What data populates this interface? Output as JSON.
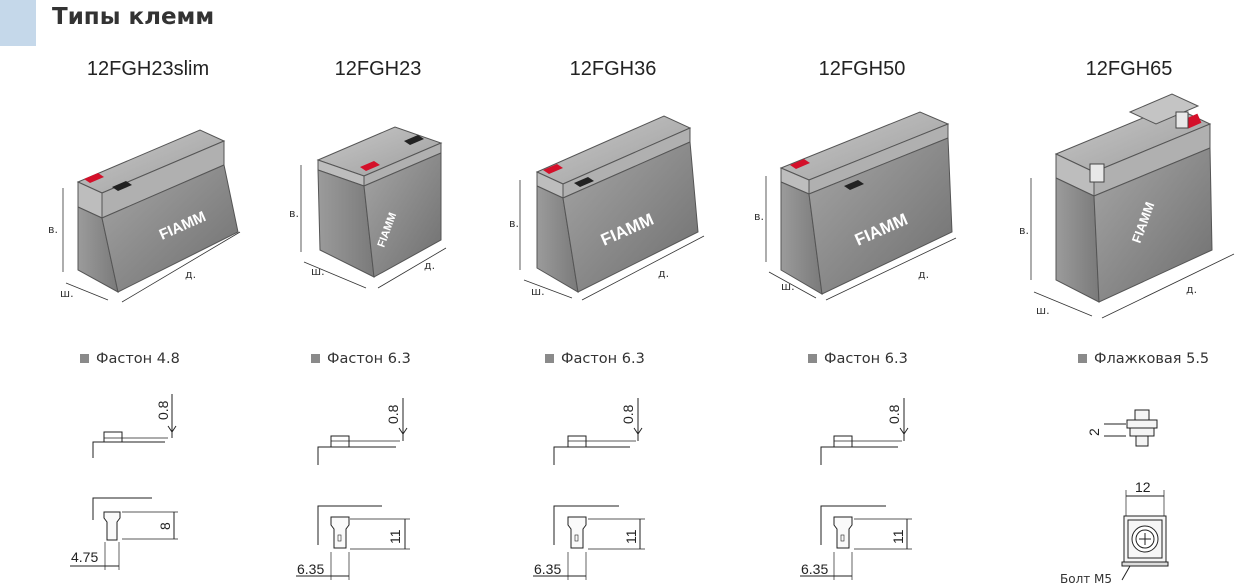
{
  "page": {
    "title": "Типы клемм"
  },
  "models": [
    {
      "name": "12FGH23slim",
      "terminal": "Фастон 4.8",
      "height_dim": "0.8",
      "width_dim": "4.75",
      "length_dim": "8"
    },
    {
      "name": "12FGH23",
      "terminal": "Фастон 6.3",
      "height_dim": "0.8",
      "width_dim": "6.35",
      "length_dim": "11"
    },
    {
      "name": "12FGH36",
      "terminal": "Фастон 6.3",
      "height_dim": "0.8",
      "width_dim": "6.35",
      "length_dim": "11"
    },
    {
      "name": "12FGH50",
      "terminal": "Фастон 6.3",
      "height_dim": "0.8",
      "width_dim": "6.35",
      "length_dim": "11"
    },
    {
      "name": "12FGH65",
      "terminal": "Флажковая 5.5",
      "height_dim": "2",
      "width_dim": "12",
      "bolt_label": "Болт М5"
    }
  ],
  "battery_labels": {
    "height": "в.",
    "width": "ш.",
    "length": "д.",
    "brand": "FIAMM"
  },
  "colors": {
    "header_accent": "#c5d8ea",
    "battery_body": "#8c8c8c",
    "battery_top": "#b4b4b4",
    "terminal_positive": "#d4102a"
  }
}
